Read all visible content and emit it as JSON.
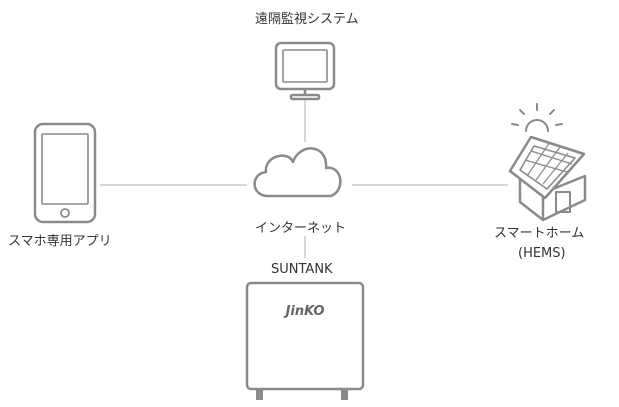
{
  "labels": {
    "monitoring": "遠隔監視システム",
    "smartphone": "スマホ専用アプリ",
    "internet": "インターネット",
    "home": "スマートホーム",
    "home_sub": "(HEMS)",
    "battery": "SUNTANK"
  },
  "battery_brand": "JinKO",
  "colors": {
    "stroke": "#8a8a8a",
    "text": "#333333",
    "line": "#bdbdbd"
  },
  "icons": [
    "monitor-icon",
    "smartphone-icon",
    "cloud-icon",
    "house-solar-icon",
    "sun-icon",
    "battery-unit-icon"
  ]
}
